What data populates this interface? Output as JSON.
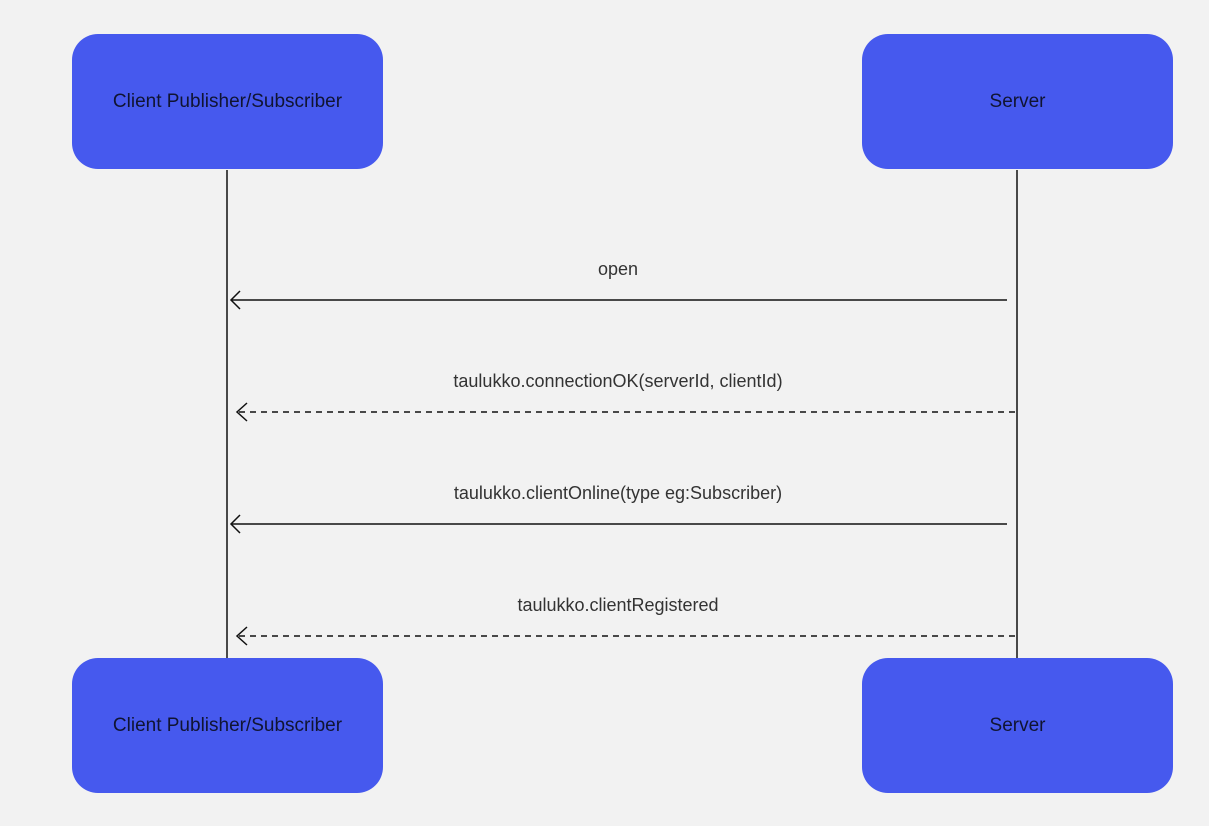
{
  "participants": {
    "client": {
      "label": "Client Publisher/Subscriber"
    },
    "server": {
      "label": "Server"
    }
  },
  "messages": [
    {
      "label": "open",
      "from": "server",
      "to": "client",
      "style": "solid"
    },
    {
      "label": "taulukko.connectionOK(serverId, clientId)",
      "from": "server",
      "to": "client",
      "style": "dashed"
    },
    {
      "label": "taulukko.clientOnline(type eg:Subscriber)",
      "from": "server",
      "to": "client",
      "style": "solid"
    },
    {
      "label": "taulukko.clientRegistered",
      "from": "server",
      "to": "client",
      "style": "dashed"
    }
  ],
  "colors": {
    "participant_fill": "#4659ee",
    "participant_text": "#101432",
    "line": "#111111",
    "background": "#f2f2f2"
  }
}
